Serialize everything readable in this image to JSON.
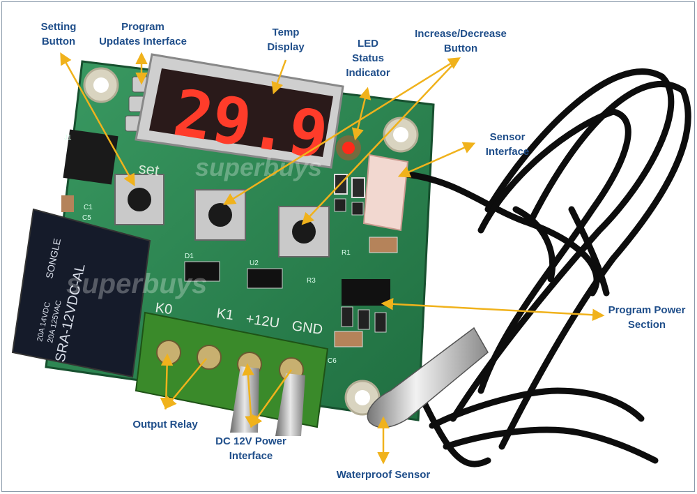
{
  "labels": {
    "setting_button": [
      "Setting",
      "Button"
    ],
    "program_updates": [
      "Program",
      "Updates Interface"
    ],
    "temp_display": [
      "Temp",
      "Display"
    ],
    "led_status": [
      "LED",
      "Status",
      "Indicator"
    ],
    "increase_decrease": [
      "Increase/Decrease",
      "Button"
    ],
    "sensor_interface": [
      "Sensor",
      "Interface"
    ],
    "program_power": [
      "Program Power",
      "Section"
    ],
    "output_relay": [
      "Output Relay"
    ],
    "dc_power": [
      "DC 12V Power",
      "Interface"
    ],
    "waterproof_sensor": [
      "Waterproof Sensor"
    ]
  },
  "display_value": "29.9",
  "board_text": {
    "set": "set",
    "k0": "K0",
    "k1": "K1",
    "plus12v": "+12U",
    "gnd": "GND",
    "relay_model": "SRA-12VDC-AL",
    "relay_brand": "SONGLE",
    "relay_rating_1": "20A 14VDC",
    "relay_rating_2": "20A 125VAC",
    "c1": "C1",
    "c5": "C5",
    "c6": "C6",
    "d1": "D1",
    "u2": "U2",
    "r1": "R1",
    "r3": "R3",
    "j1": "J1"
  },
  "watermark": "superbuys",
  "colors": {
    "label_text": "#1f4e8a",
    "arrow": "#f0b21c",
    "pcb": "#2f8a55",
    "led_red": "#ff2a1a",
    "terminal_green": "#3a8a2a"
  }
}
